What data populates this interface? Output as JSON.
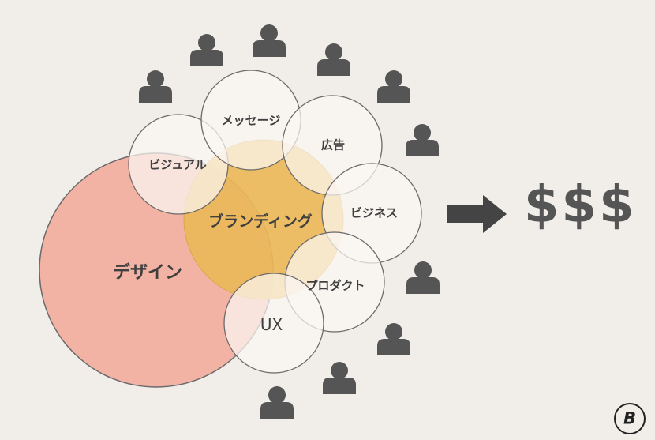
{
  "diagram": {
    "labels": {
      "design": "デザイン",
      "branding": "ブランディング",
      "visual": "ビジュアル",
      "message": "メッセージ",
      "advertising": "広告",
      "business": "ビジネス",
      "product": "プロダクト",
      "ux": "UX"
    },
    "result": "$$$",
    "logo_letter": "B",
    "colors": {
      "background": "#f1eeea",
      "design_fill": "#f3b3a4",
      "branding_fill": "#ebb859",
      "satellite_fill": "#fbf7f3",
      "person_icon": "#555555",
      "arrow": "#444444"
    },
    "icons": [
      "person-icon",
      "arrow-right-icon",
      "brand-logo-icon"
    ]
  }
}
